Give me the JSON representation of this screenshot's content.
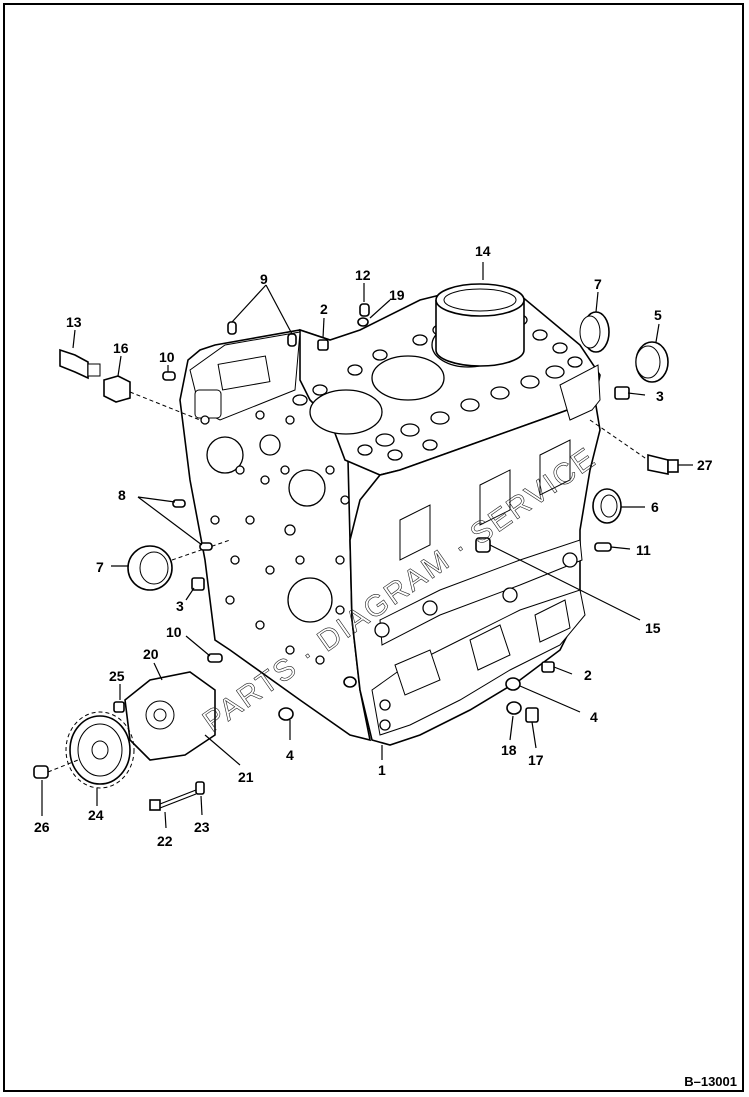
{
  "figure_id": "B–13001",
  "callouts": [
    {
      "id": "c1",
      "label": "1"
    },
    {
      "id": "c2a",
      "label": "2"
    },
    {
      "id": "c2b",
      "label": "2"
    },
    {
      "id": "c3a",
      "label": "3"
    },
    {
      "id": "c3b",
      "label": "3"
    },
    {
      "id": "c4a",
      "label": "4"
    },
    {
      "id": "c4b",
      "label": "4"
    },
    {
      "id": "c5",
      "label": "5"
    },
    {
      "id": "c6",
      "label": "6"
    },
    {
      "id": "c7a",
      "label": "7"
    },
    {
      "id": "c7b",
      "label": "7"
    },
    {
      "id": "c8",
      "label": "8"
    },
    {
      "id": "c9",
      "label": "9"
    },
    {
      "id": "c10a",
      "label": "10"
    },
    {
      "id": "c10b",
      "label": "10"
    },
    {
      "id": "c11",
      "label": "11"
    },
    {
      "id": "c12",
      "label": "12"
    },
    {
      "id": "c13",
      "label": "13"
    },
    {
      "id": "c14",
      "label": "14"
    },
    {
      "id": "c15",
      "label": "15"
    },
    {
      "id": "c16",
      "label": "16"
    },
    {
      "id": "c17",
      "label": "17"
    },
    {
      "id": "c18",
      "label": "18"
    },
    {
      "id": "c19",
      "label": "19"
    },
    {
      "id": "c20",
      "label": "20"
    },
    {
      "id": "c21",
      "label": "21"
    },
    {
      "id": "c22",
      "label": "22"
    },
    {
      "id": "c23",
      "label": "23"
    },
    {
      "id": "c24",
      "label": "24"
    },
    {
      "id": "c25",
      "label": "25"
    },
    {
      "id": "c26",
      "label": "26"
    },
    {
      "id": "c27",
      "label": "27"
    }
  ]
}
